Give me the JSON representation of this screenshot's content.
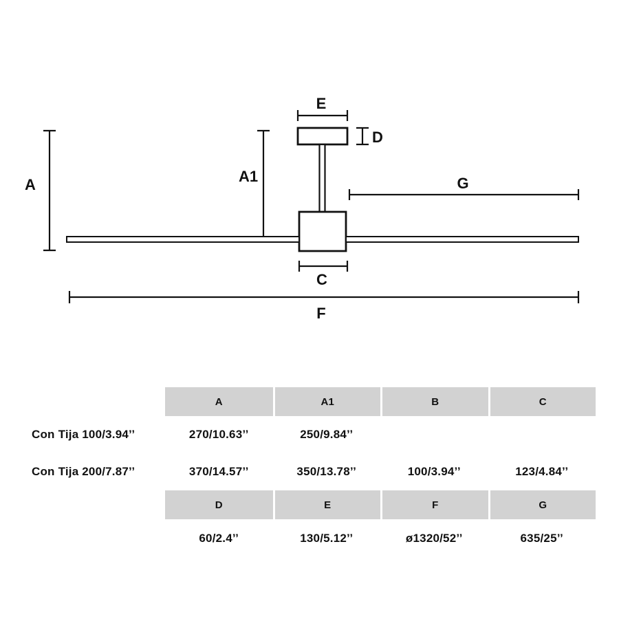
{
  "diagram": {
    "labels": {
      "a": "A",
      "a1": "A1",
      "e": "E",
      "d": "D",
      "g": "G",
      "c": "C",
      "f": "F"
    }
  },
  "table": {
    "headers_top": [
      "A",
      "A1",
      "B",
      "C"
    ],
    "headers_bottom": [
      "D",
      "E",
      "F",
      "G"
    ],
    "rows": [
      {
        "label": "Con Tija 100/3.94’’",
        "values": [
          "270/10.63’’",
          "250/9.84’’",
          "",
          ""
        ]
      },
      {
        "label": "Con Tija 200/7.87’’",
        "values": [
          "370/14.57’’",
          "350/13.78’’",
          "100/3.94’’",
          "123/4.84’’"
        ]
      }
    ],
    "bottom_row": {
      "values": [
        "60/2.4’’",
        "130/5.12’’",
        "ø1320/52’’",
        "635/25’’"
      ]
    }
  }
}
